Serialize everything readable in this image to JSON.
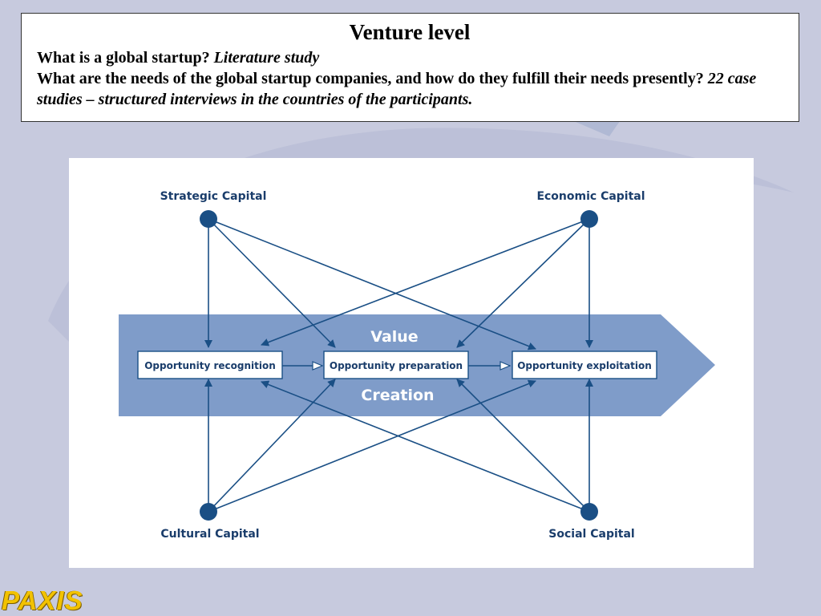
{
  "slide": {
    "title": "Venture level",
    "q1_label": "What is a global startup?",
    "q1_answer": "Literature study",
    "q2_label": "What are the needs of the global startup companies, and how do they fulfill their needs presently?",
    "q2_answer": "22 case studies – structured interviews in the countries of the participants."
  },
  "diagram": {
    "nodes": {
      "strategic": "Strategic Capital",
      "economic": "Economic Capital",
      "cultural": "Cultural Capital",
      "social": "Social Capital"
    },
    "boxes": {
      "recognition": "Opportunity recognition",
      "preparation": "Opportunity preparation",
      "exploitation": "Opportunity exploitation"
    },
    "band_top": "Value",
    "band_bottom": "Creation"
  },
  "logo": {
    "text": "PAXIS"
  },
  "colors": {
    "node": "#1a4f85",
    "band": "#7f9cc9",
    "background": "#c7cade"
  }
}
